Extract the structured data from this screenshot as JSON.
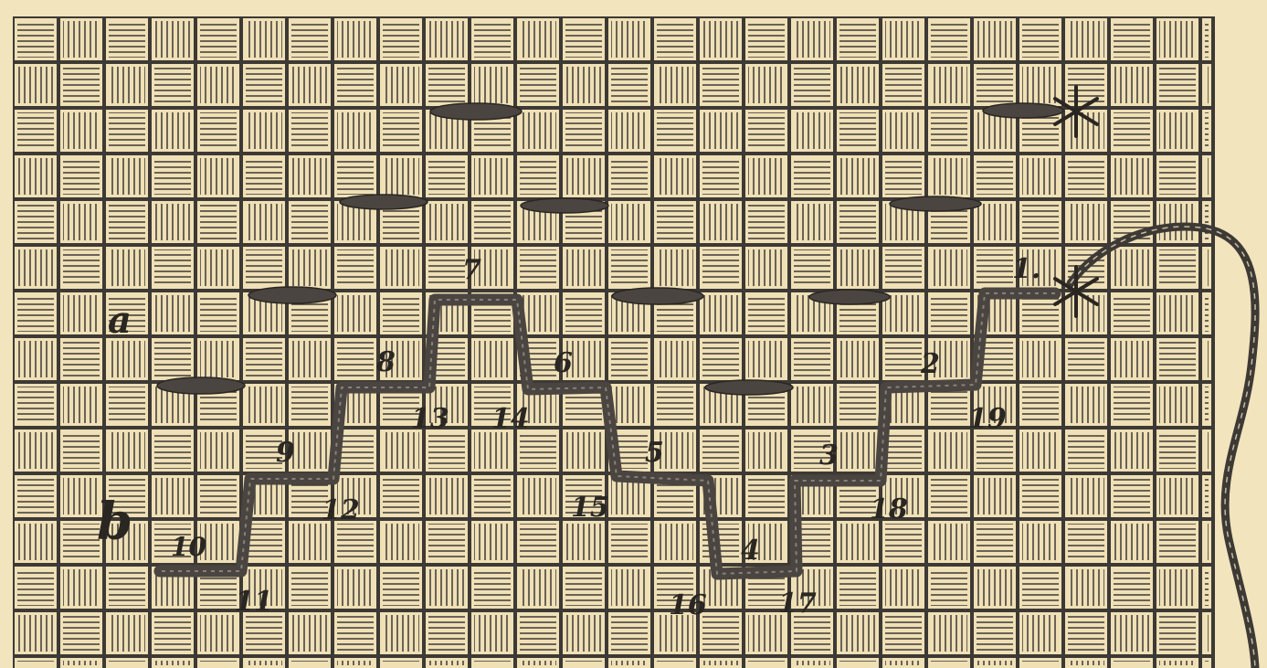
{
  "diagram": {
    "colors": {
      "background": "#f2e4bd",
      "fabric_tile": "#efe0b6",
      "weave_line": "#3d3935",
      "thread": "#4a4540",
      "ink": "#2a2622"
    },
    "row_labels": {
      "a": "a",
      "b": "b"
    },
    "step_labels": {
      "n1": "1.",
      "n2": "2",
      "n3": "3",
      "n4": "4",
      "n5": "5",
      "n6": "6",
      "n7": "7",
      "n8": "8",
      "n9": "9",
      "n10": "10",
      "n11": "11",
      "n12": "12",
      "n13": "13",
      "n14": "14",
      "n15": "15",
      "n16": "16",
      "n17": "17",
      "n18": "18",
      "n19": "19"
    },
    "markers": {
      "start_star": "*",
      "end_star": "*"
    }
  }
}
